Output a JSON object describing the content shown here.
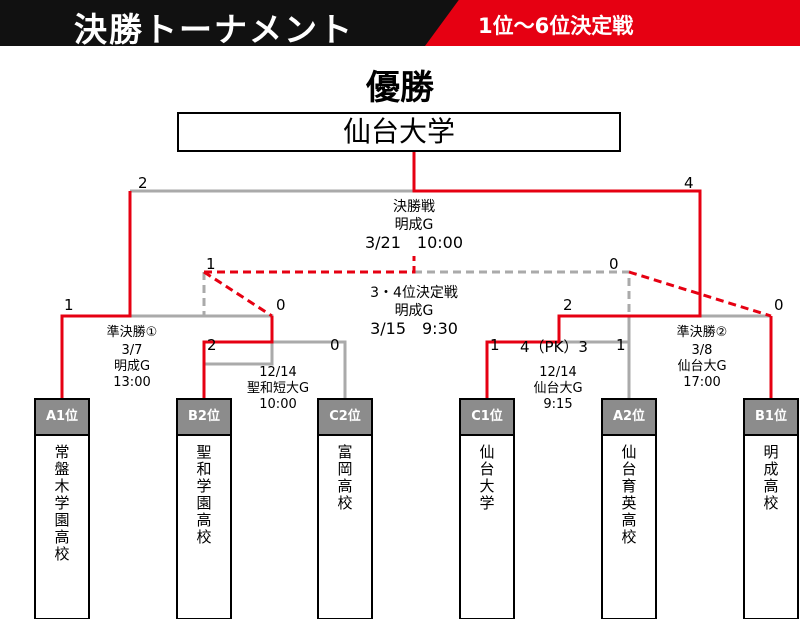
{
  "header": {
    "title": "決勝トーナメント",
    "subtitle": "1位～6位決定戦"
  },
  "champion": {
    "label": "優勝",
    "team": "仙台大学"
  },
  "final": {
    "label": "決勝戦",
    "venue": "明成G",
    "datetime": "3/21　10:00",
    "left_score": "2",
    "right_score": "4"
  },
  "third_place": {
    "label": "3・4位決定戦",
    "venue": "明成G",
    "datetime": "3/15　9:30",
    "left_score": "1",
    "right_score": "0"
  },
  "semi_left": {
    "label": "準決勝①",
    "date": "3/7",
    "venue": "明成G",
    "time": "13:00",
    "left_score": "1",
    "right_score": "0"
  },
  "semi_right": {
    "label": "準決勝②",
    "date": "3/8",
    "venue": "仙台大G",
    "time": "17:00",
    "left_score": "2",
    "right_score": "0"
  },
  "qf_left": {
    "date": "12/14",
    "venue": "聖和短大G",
    "time": "10:00",
    "left_score": "2",
    "right_score": "0"
  },
  "qf_right": {
    "date": "12/14",
    "venue": "仙台大G",
    "time": "9:15",
    "left_score": "1",
    "pk": "4（PK）3",
    "right_score": "1"
  },
  "teams": [
    {
      "seed": "A1位",
      "name": "常盤木学園高校"
    },
    {
      "seed": "B2位",
      "name": "聖和学園高校"
    },
    {
      "seed": "C2位",
      "name": "富岡高校"
    },
    {
      "seed": "C1位",
      "name": "仙台大学"
    },
    {
      "seed": "A2位",
      "name": "仙台育英高校"
    },
    {
      "seed": "B1位",
      "name": "明成高校"
    }
  ],
  "colors": {
    "win": "#e60012",
    "lose": "#aaaaaa",
    "header_dark": "#111111",
    "seed_bg": "#8c8c8c"
  }
}
